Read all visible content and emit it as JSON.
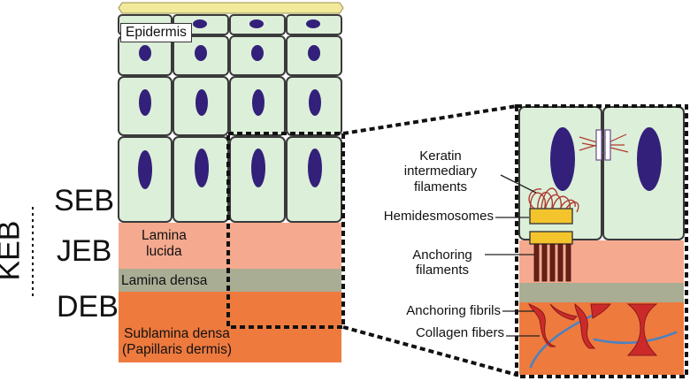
{
  "layers": {
    "epidermis": "Epidermis",
    "lamina_lucida": "Lamina\nlucida",
    "lamina_densa": "Lamina densa",
    "sublamina_densa": "Sublamina densa\n(Papillaris dermis)"
  },
  "types": {
    "keb": "KEB",
    "seb": "SEB",
    "jeb": "JEB",
    "deb": "DEB"
  },
  "detail": {
    "keratin": "Keratin\nintermediary\nfilaments",
    "hemidesmosomes": "Hemidesmosomes",
    "anchoring_filaments": "Anchoring\nfilaments",
    "anchoring_fibrils": "Anchoring fibrils",
    "collagen_fibers": "Collagen fibers"
  },
  "colors": {
    "cell_fill": "#dcefd9",
    "cell_stroke": "#3a3a3a",
    "nucleus": "#33207a",
    "lucida": "#f5a98e",
    "densa": "#a9ad94",
    "sublamina": "#ee7a3e",
    "top_strip": "#f2e99a",
    "hemi": "#f3c42c",
    "filament": "#b0392e",
    "fibril": "#cc2a2a",
    "collagen": "#4a82c2"
  }
}
